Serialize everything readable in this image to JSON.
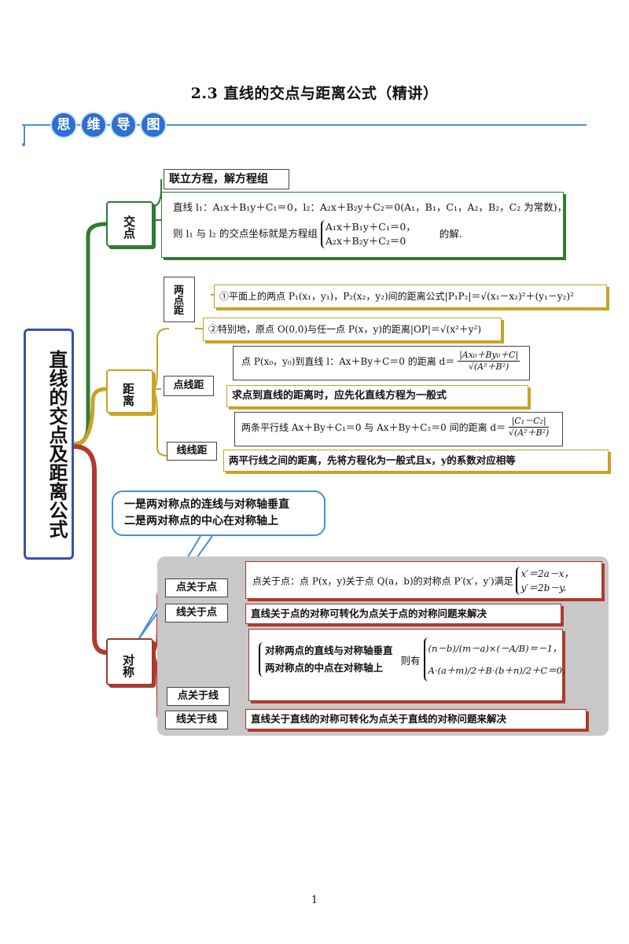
{
  "title": "2.3  直线的交点与距离公式（精讲）",
  "ribbon": [
    "思",
    "维",
    "导",
    "图"
  ],
  "root": "直线的交点及距离公式",
  "branches": {
    "jiaodian": {
      "label": "交点",
      "method": "联立方程，解方程组",
      "desc_line1": "直线 l₁：A₁x＋B₁y＋C₁＝0，l₂：A₂x＋B₂y＋C₂＝0(A₁，B₁，C₁，A₂，B₂，C₂ 为常数)，",
      "desc_line2_pre": "则 l₁ 与 l₂ 的交点坐标就是方程组",
      "sys1": "A₁x＋B₁y＋C₁＝0，",
      "sys2": "A₂x＋B₂y＋C₂＝0",
      "desc_line2_post": "的解."
    },
    "juli": {
      "label": "距离",
      "liangdian_label": "两点距",
      "liangdian1": "①平面上的两点 P₁(x₁，y₁)，P₂(x₂，y₂)间的距离公式|P₁P₂|＝√(x₁－x₂)²＋(y₁－y₂)²",
      "liangdian2": "②特别地，原点 O(0,0)与任一点 P(x，y)的距离|OP|＝√(x²＋y²)",
      "dianxian_label": "点线距",
      "dianxian_formula_pre": "点 P(x₀，y₀)到直线 l：Ax＋By＋C＝0 的距离 d＝",
      "dianxian_num": "|Ax₀＋By₀＋C|",
      "dianxian_den": "√(A²＋B²)",
      "dianxian_note": "求点到直线的距离时，应先化直线方程为一般式",
      "xianxian_label": "线线距",
      "xianxian_formula_pre": "两条平行线 Ax＋By＋C₁＝0 与 Ax＋By＋C₂＝0 间的距离 d＝",
      "xianxian_num": "|C₁－C₂|",
      "xianxian_den": "√(A²＋B²)",
      "xianxian_note": "两平行线之间的距离，先将方程化为一般式且x，y的系数对应相等"
    },
    "duicheng": {
      "label": "对称",
      "callout1": "一是两对称点的连线与对称轴垂直",
      "callout2": "二是两对称点的中心在对称轴上",
      "dian_dian_label": "点关于点",
      "dian_dian_text": "点关于点：点 P(x，y)关于点 Q(a，b)的对称点 P′(x′，y′)满足",
      "dian_dian_sys1": "x′＝2a－x，",
      "dian_dian_sys2": "y′＝2b－y.",
      "xian_dian_label": "线关于点",
      "xian_dian_text": "直线关于点的对称可转化为点关于点的对称问题来解决",
      "dian_xian_label": "点关于线",
      "dian_xian_cond1": "对称两点的直线与对称轴垂直",
      "dian_xian_cond2": "两对称点的中点在对称轴上",
      "dian_xian_then": "则有",
      "dian_xian_eq1": "(n－b)/(m－a)×(－A/B)＝－1，",
      "dian_xian_eq2": "A·(a＋m)/2＋B·(b＋n)/2＋C＝0.",
      "xian_xian_label": "线关于线",
      "xian_xian_text": "直线关于直线的对称可转化为点关于直线的对称问题来解决"
    }
  },
  "page_number": "1",
  "colors": {
    "green": "#2e7d32",
    "yellow": "#c9a227",
    "red": "#b23a2e",
    "blue": "#3b4fb0"
  }
}
